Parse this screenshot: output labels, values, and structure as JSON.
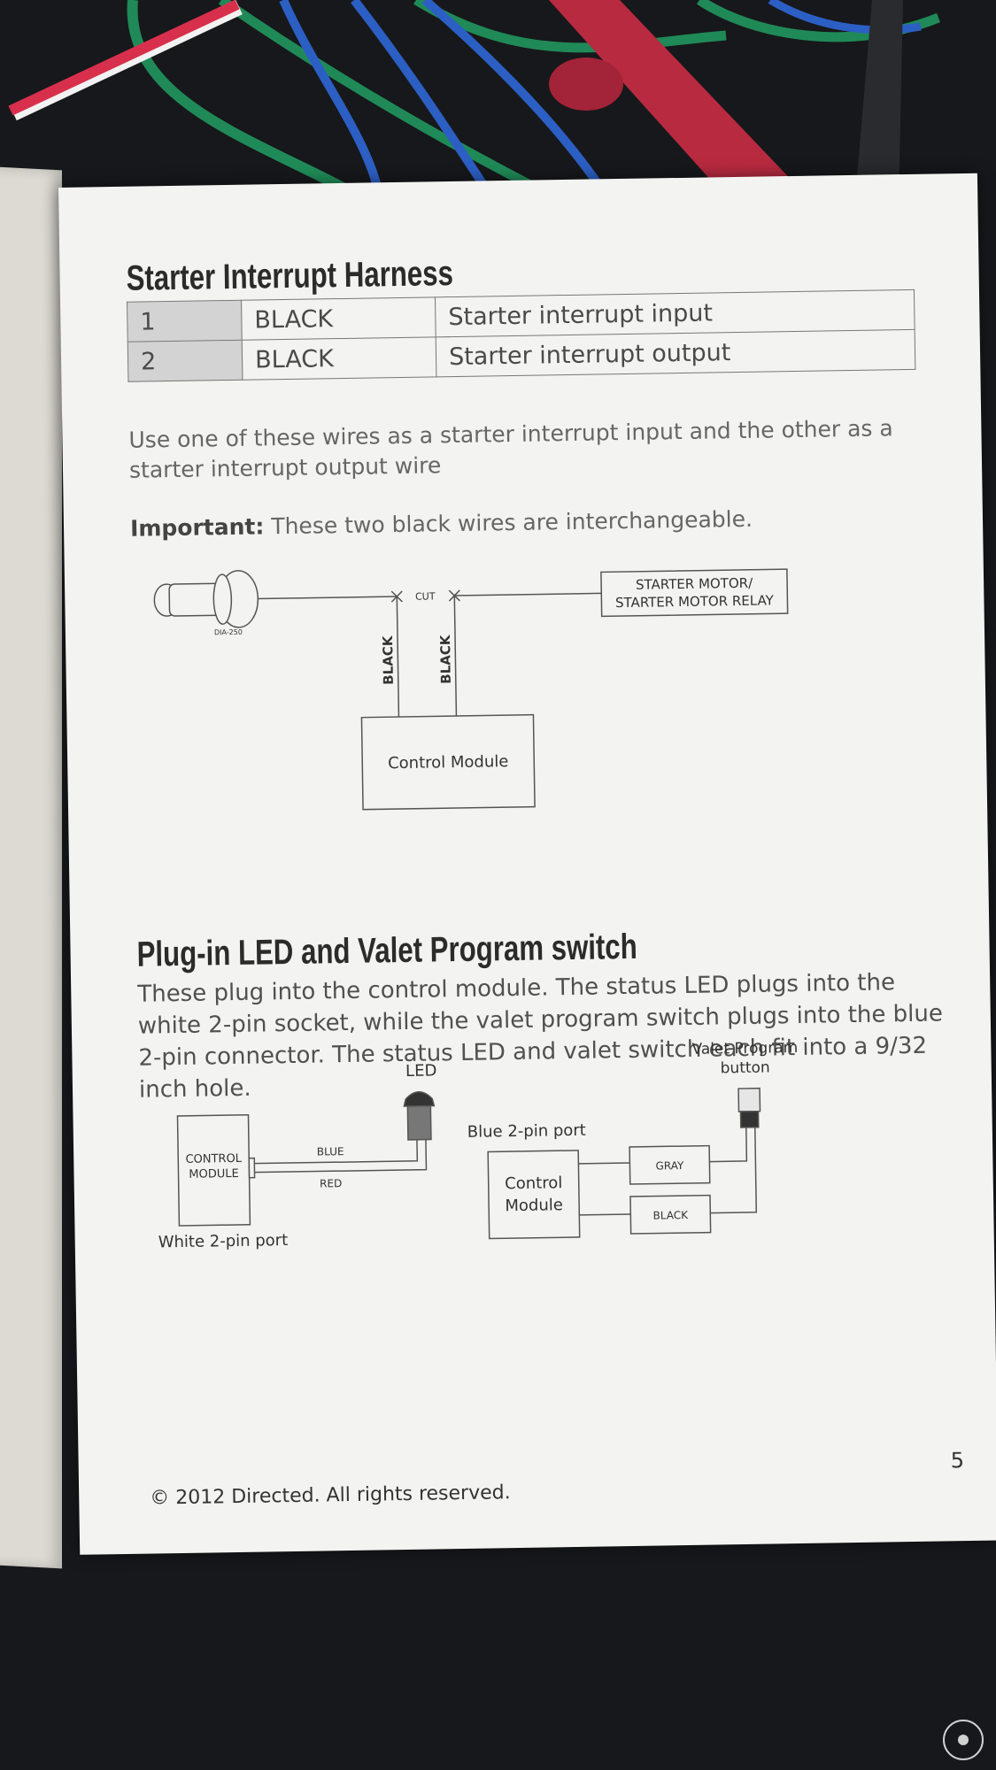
{
  "harness": {
    "title": "Starter Interrupt Harness",
    "rows": [
      {
        "pin": "1",
        "color": "BLACK",
        "function": "Starter interrupt input"
      },
      {
        "pin": "2",
        "color": "BLACK",
        "function": "Starter interrupt output"
      }
    ],
    "description": "Use one of these wires as a starter interrupt input and the other as a starter interrupt output wire",
    "important_label": "Important:",
    "important_text": " These two black wires are interchangeable."
  },
  "starter_diagram": {
    "ignition_label": "DIA-250",
    "cut_label": "CUT",
    "motor_line1": "STARTER MOTOR/",
    "motor_line2": "STARTER MOTOR RELAY",
    "wire_left": "BLACK",
    "wire_right": "BLACK",
    "module_label": "Control Module"
  },
  "led_section": {
    "title": "Plug-in LED and Valet Program switch",
    "description": "These plug into the control module. The status LED plugs into the white 2-pin socket, while the valet program switch plugs into the blue 2-pin connector. The status LED and valet switch each fit into a 9/32 inch hole."
  },
  "led_diagram": {
    "led_label": "LED",
    "module_line1": "CONTROL",
    "module_line2": "MODULE",
    "wire_blue": "BLUE",
    "wire_red": "RED",
    "white_port": "White 2-pin port"
  },
  "valet_diagram": {
    "valet_line1": "Valet Program",
    "valet_line2": "button",
    "blue_port": "Blue 2-pin port",
    "module_line1": "Control",
    "module_line2": "Module",
    "wire_gray": "GRAY",
    "wire_black": "BLACK"
  },
  "footer": {
    "copyright": "© 2012 Directed. All rights reserved.",
    "page_number": "5"
  },
  "colors": {
    "page": "#f3f3f1",
    "background": "#17181b",
    "wire_green": "#1f8a57",
    "wire_blue": "#2c5fc4",
    "wire_red": "#c8324a"
  }
}
